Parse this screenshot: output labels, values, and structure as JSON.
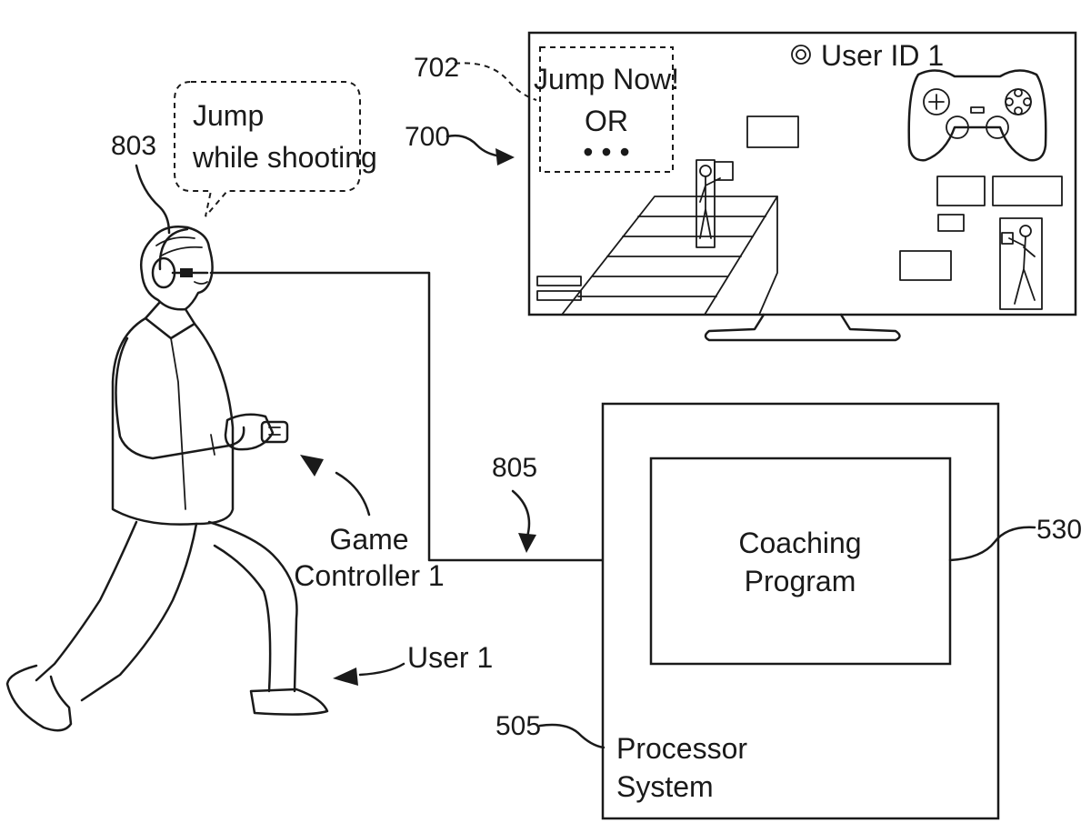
{
  "labels": {
    "ref_702": "702",
    "ref_700": "700",
    "ref_803": "803",
    "ref_805": "805",
    "ref_530": "530",
    "ref_505": "505",
    "speech_line1": "Jump",
    "speech_line2": "while shooting",
    "screen_prompt_line1": "Jump Now!",
    "screen_prompt_line2": "OR",
    "screen_prompt_line3": "• • •",
    "screen_user_id": "User ID 1",
    "controller_line1": "Game",
    "controller_line2": "Controller 1",
    "user_label": "User 1",
    "coaching_line1": "Coaching",
    "coaching_line2": "Program",
    "processor_line1": "Processor",
    "processor_line2": "System"
  },
  "icons": {
    "user_id_marker": "target-icon",
    "gamepad": "gamepad-icon",
    "headset": "headset-icon"
  }
}
